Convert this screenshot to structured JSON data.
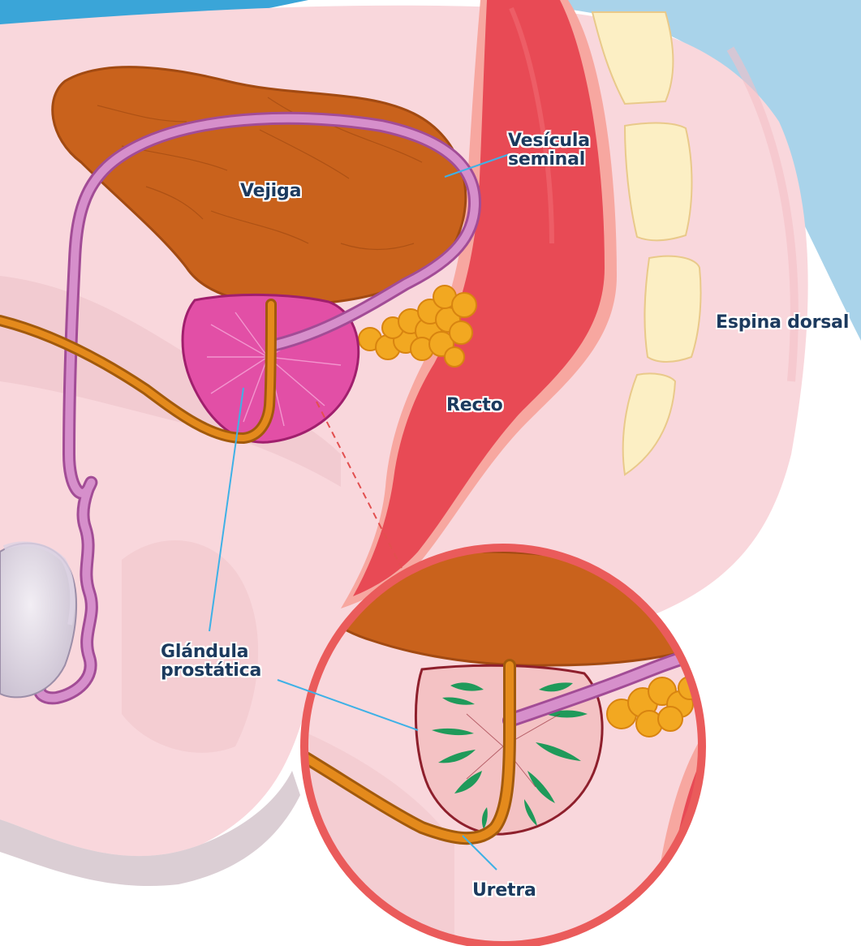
{
  "labels": {
    "vesicula_line1": "Vesícula",
    "vesicula_line2": "seminal",
    "vejiga": "Vejiga",
    "espina": "Espina dorsal",
    "recto": "Recto",
    "glandula_line1": "Glándula",
    "glandula_line2": "prostática",
    "uretra": "Uretra"
  },
  "colors": {
    "background": "#ffffff",
    "body_tissue": "#f9d7dc",
    "body_shadow": "#e9b8bf",
    "sky_blue": "#a9d3ea",
    "bladder": "#c9621c",
    "bladder_dark": "#a24a12",
    "vas_deferens": "#c777b9",
    "prostate": "#e24fa6",
    "urethra": "#e48a1c",
    "seminal_vesicle": "#f2a821",
    "rectum": "#e84a55",
    "rectum_edge": "#f7a7a0",
    "vertebra": "#fcefc4",
    "leader_line": "#3fb1e6",
    "zoom_ring": "#ea5b5b",
    "zoom_prostate": "#f4c2c4",
    "zoom_prostate_glands": "#1f9a5a",
    "label_text": "#1c3a5e"
  }
}
